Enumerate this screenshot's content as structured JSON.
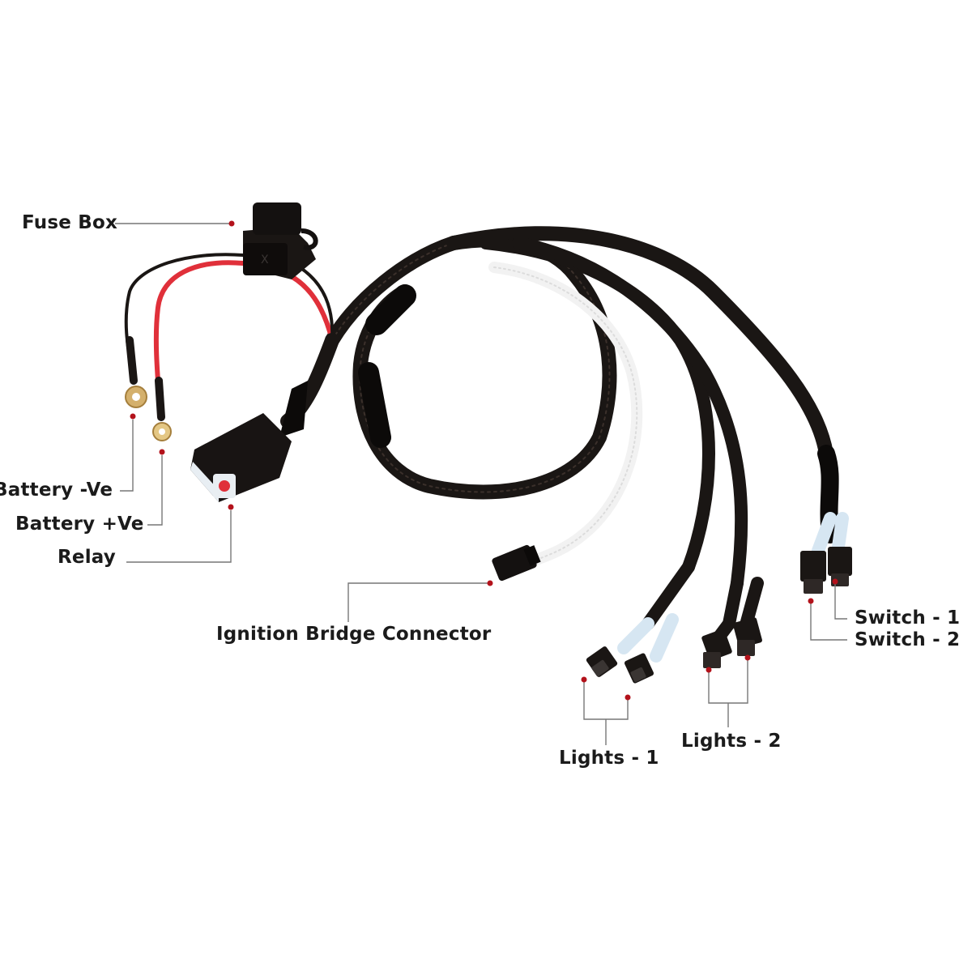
{
  "colors": {
    "background": "#ffffff",
    "cable": "#1a1614",
    "white_wire": "#f4f4f4",
    "red_wire": "#e0303a",
    "leader_line": "#777777",
    "marker_dot": "#b3121b",
    "terminal_ring": "#c9a464",
    "connector_sleeve": "#d6e6f2"
  },
  "labels": {
    "fuse_box": "Fuse Box",
    "battery_neg": "Battery -Ve",
    "battery_pos": "Battery +Ve",
    "relay": "Relay",
    "ignition": "Ignition Bridge Connector",
    "switch_1": "Switch - 1",
    "switch_2": "Switch - 2",
    "lights_1": "Lights - 1",
    "lights_2": "Lights - 2"
  },
  "icons": {
    "fuse_box": "fuse-box-icon",
    "relay": "relay-icon",
    "terminal": "ring-terminal-icon",
    "connector": "plug-connector-icon"
  }
}
